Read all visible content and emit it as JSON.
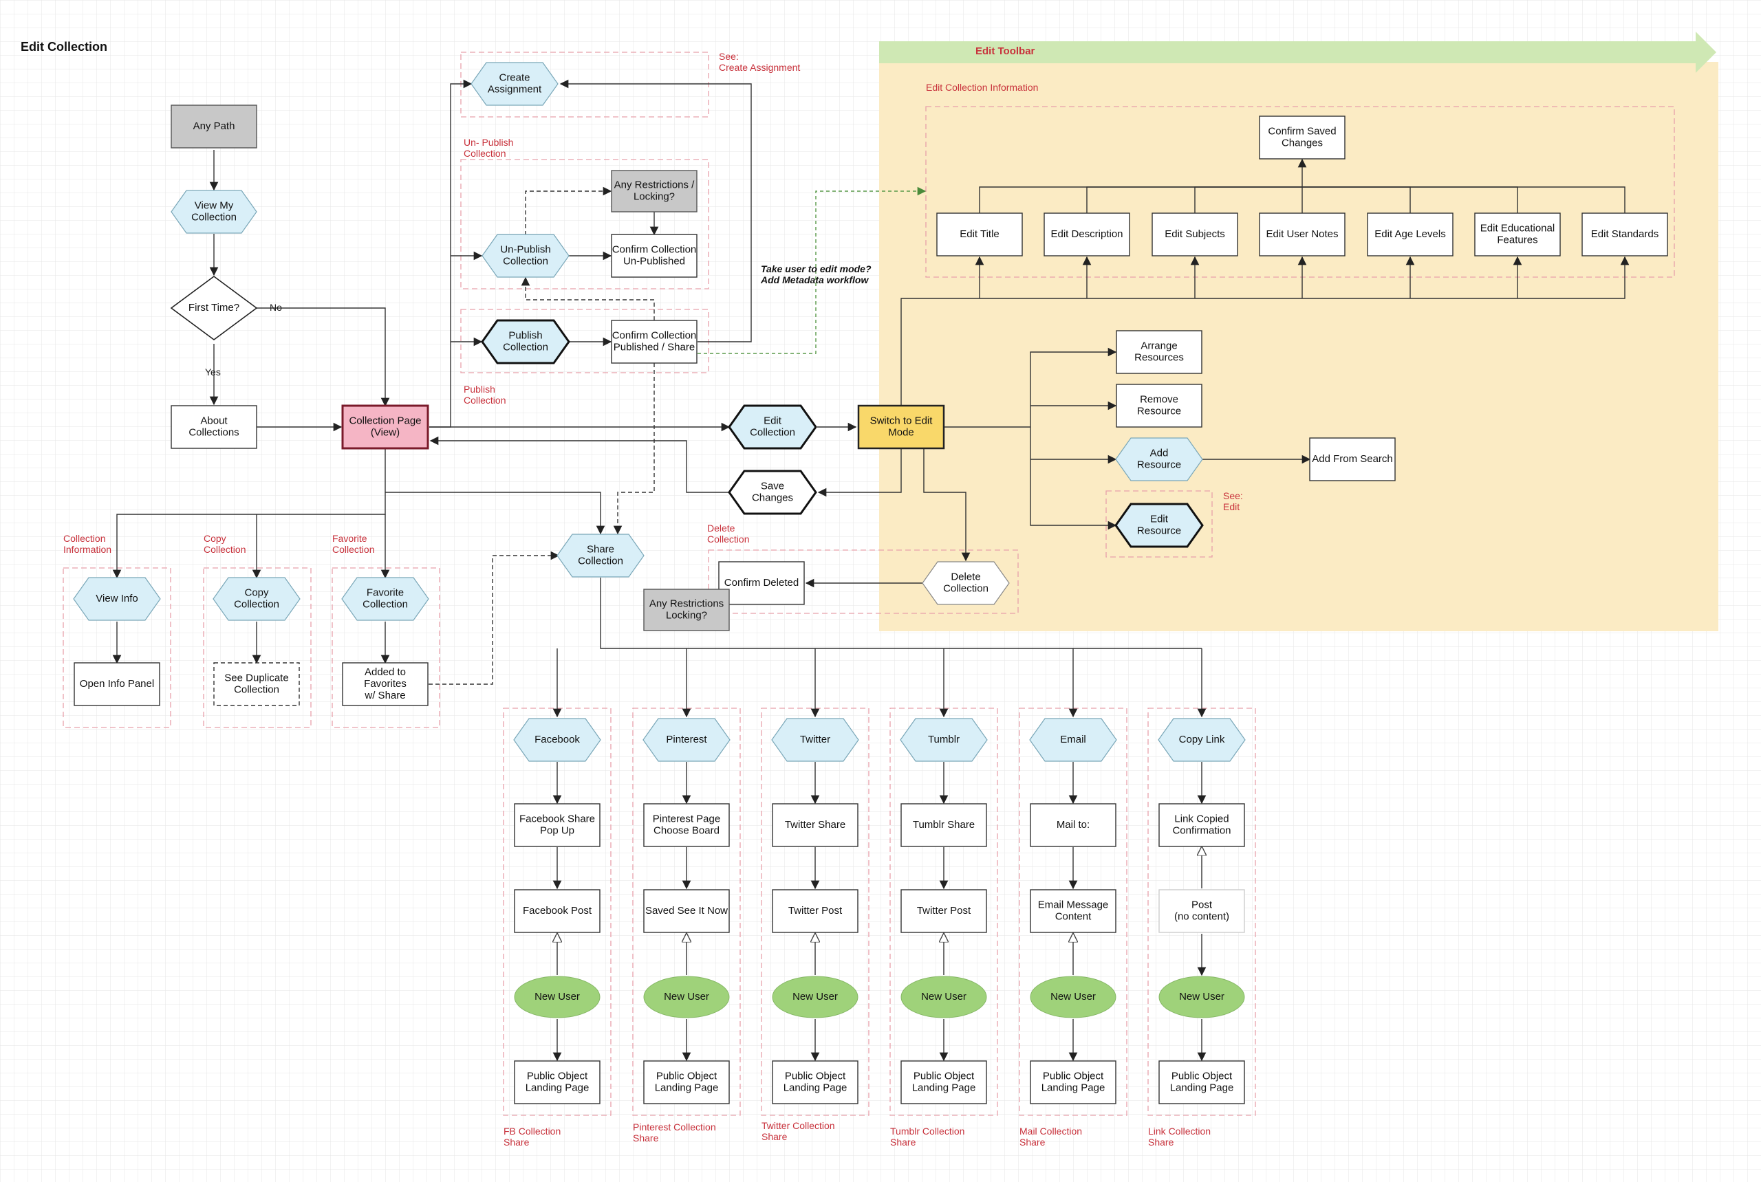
{
  "title": "Edit Collection",
  "toolbar": {
    "label": "Edit Toolbar",
    "color": "#cfe8b4"
  },
  "region_color": "#fbebc4",
  "colors": {
    "hex_fill": "#d9eff8",
    "gray_fill": "#c8c8c8",
    "pink_fill": "#f5b5c5",
    "yellow_fill": "#f9d86a",
    "green_fill": "#9fd27a",
    "red_text": "#c8323c",
    "dashed_group": "#e8a0aa"
  },
  "nodes": {
    "any_path": "Any Path",
    "view_my_collection": "View My\nCollection",
    "first_time": "First Time?",
    "about_collections": "About\nCollections",
    "collection_page": "Collection Page\n(View)",
    "create_assignment": "Create\nAssignment",
    "any_restrictions_top": "Any Restrictions /\nLocking?",
    "unpublish_collection": "Un-Publish\nCollection",
    "confirm_unpublished": "Confirm Collection\nUn-Published",
    "publish_collection": "Publish\nCollection",
    "confirm_published": "Confirm Collection\nPublished / Share",
    "edit_collection": "Edit\nCollection",
    "switch_edit_mode": "Switch to Edit\nMode",
    "save_changes": "Save\nChanges",
    "share_collection": "Share\nCollection",
    "delete_collection": "Delete\nCollection",
    "confirm_deleted": "Confirm Deleted",
    "any_restrictions_bottom": "Any Restrictions\nLocking?",
    "view_info": "View Info",
    "open_info_panel": "Open Info Panel",
    "copy_collection": "Copy\nCollection",
    "see_duplicate": "See Duplicate\nCollection",
    "favorite_collection": "Favorite\nCollection",
    "added_favorites": "Added to\nFavorites\nw/ Share",
    "confirm_saved": "Confirm Saved\nChanges",
    "edit_title": "Edit Title",
    "edit_description": "Edit Description",
    "edit_subjects": "Edit Subjects",
    "edit_user_notes": "Edit User Notes",
    "edit_age_levels": "Edit Age Levels",
    "edit_educational": "Edit Educational\nFeatures",
    "edit_standards": "Edit Standards",
    "arrange_resources": "Arrange\nResources",
    "remove_resource": "Remove\nResource",
    "add_resource": "Add\nResource",
    "add_from_search": "Add From Search",
    "edit_resource": "Edit\nResource"
  },
  "edge_labels": {
    "no": "No",
    "yes": "Yes"
  },
  "notes": {
    "edit_mode": "Take user to edit mode?\nAdd Metadata workflow"
  },
  "group_labels": {
    "see_create_assignment": "See:\nCreate Assignment",
    "unpublish": "Un- Publish\nCollection",
    "publish": "Publish\nCollection",
    "edit_collection_info": "Edit Collection Information",
    "see_edit": "See:\nEdit",
    "delete": "Delete\nCollection",
    "collection_information": "Collection\nInformation",
    "copy": "Copy\nCollection",
    "favorite": "Favorite\nCollection"
  },
  "share_columns": [
    {
      "channel": "Facebook",
      "share": "Facebook Share\nPop Up",
      "post": "Facebook Post",
      "new_user": "New User",
      "landing": "Public Object\nLanding Page",
      "label": "FB Collection\nShare"
    },
    {
      "channel": "Pinterest",
      "share": "Pinterest Page\nChoose Board",
      "post": "Saved See It Now",
      "new_user": "New User",
      "landing": "Public Object\nLanding Page",
      "label": "Pinterest Collection\nShare"
    },
    {
      "channel": "Twitter",
      "share": "Twitter Share",
      "post": "Twitter Post",
      "new_user": "New User",
      "landing": "Public Object\nLanding Page",
      "label": "Twitter Collection\nShare"
    },
    {
      "channel": "Tumblr",
      "share": "Tumblr Share",
      "post": "Twitter Post",
      "new_user": "New User",
      "landing": "Public Object\nLanding Page",
      "label": "Tumblr Collection\nShare"
    },
    {
      "channel": "Email",
      "share": "Mail to:",
      "post": "Email Message\nContent",
      "new_user": "New User",
      "landing": "Public Object\nLanding Page",
      "label": "Mail  Collection\nShare"
    },
    {
      "channel": "Copy Link",
      "share": "Link Copied\nConfirmation",
      "post": "Post\n(no content)",
      "new_user": "New User",
      "landing": "Public Object\nLanding Page",
      "label": "Link Collection\nShare"
    }
  ]
}
